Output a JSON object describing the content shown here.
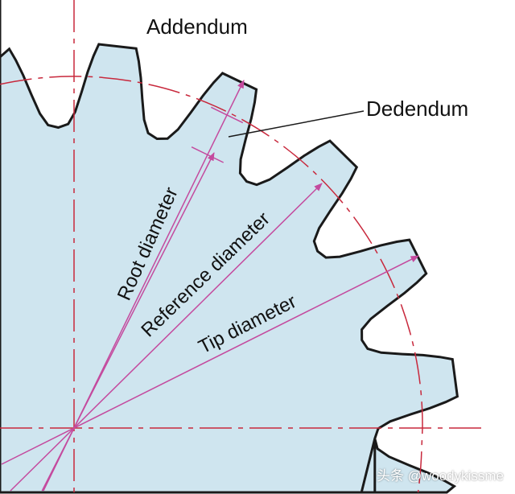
{
  "labels": {
    "addendum": "Addendum",
    "dedendum": "Dedendum",
    "root_diameter": "Root diameter",
    "reference_diameter": "Reference diameter",
    "tip_diameter": "Tip diameter"
  },
  "watermark": "头条 @woodykissme",
  "colors": {
    "gear_fill": "#cfe5ef",
    "outline": "#1a1a1a",
    "centerline": "#c8283c",
    "arrow": "#c44a9e"
  }
}
